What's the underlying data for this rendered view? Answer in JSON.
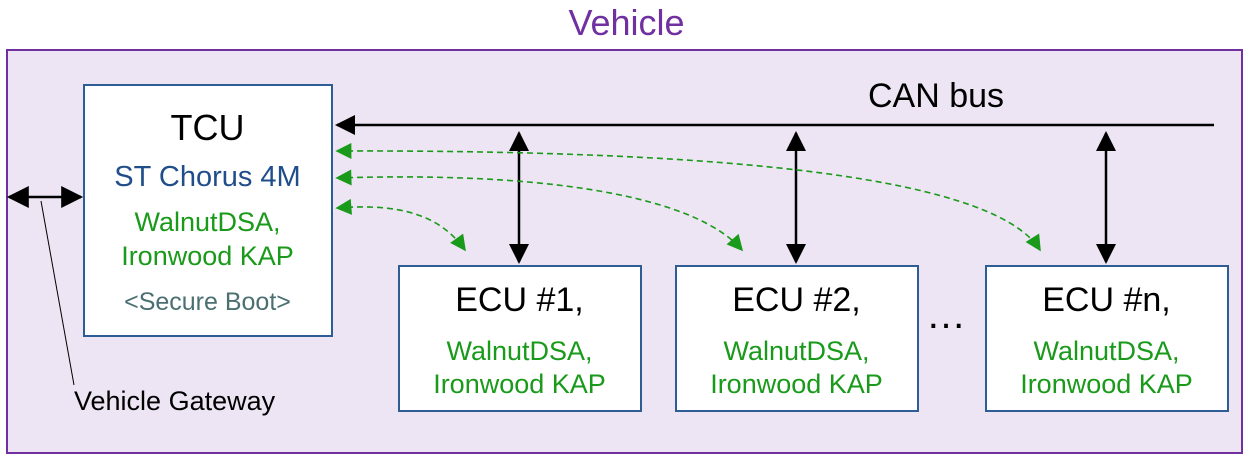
{
  "vehicle": {
    "label": "Vehicle"
  },
  "bus": {
    "label": "CAN bus"
  },
  "gateway": {
    "label": "Vehicle Gateway"
  },
  "tcu": {
    "title": "TCU",
    "chip": "ST Chorus 4M",
    "algo_line1": "WalnutDSA,",
    "algo_line2": "Ironwood KAP",
    "boot": "<Secure Boot>"
  },
  "ecus": [
    {
      "title": "ECU #1,",
      "algo_line1": "WalnutDSA,",
      "algo_line2": "Ironwood KAP"
    },
    {
      "title": "ECU #2,",
      "algo_line1": "WalnutDSA,",
      "algo_line2": "Ironwood KAP"
    },
    {
      "title": "ECU #n,",
      "algo_line1": "WalnutDSA,",
      "algo_line2": "Ironwood KAP"
    }
  ],
  "ellipsis": "…",
  "colors": {
    "vehicle_border": "#7030a0",
    "vehicle_fill": "#ede5f3",
    "box_border": "#2e5c94",
    "chip_text": "#1f4e8a",
    "algo_text": "#1a9a1a",
    "boot_text": "#4b6f72",
    "secure_link": "#1a9a1a",
    "bus_line": "#000000"
  }
}
